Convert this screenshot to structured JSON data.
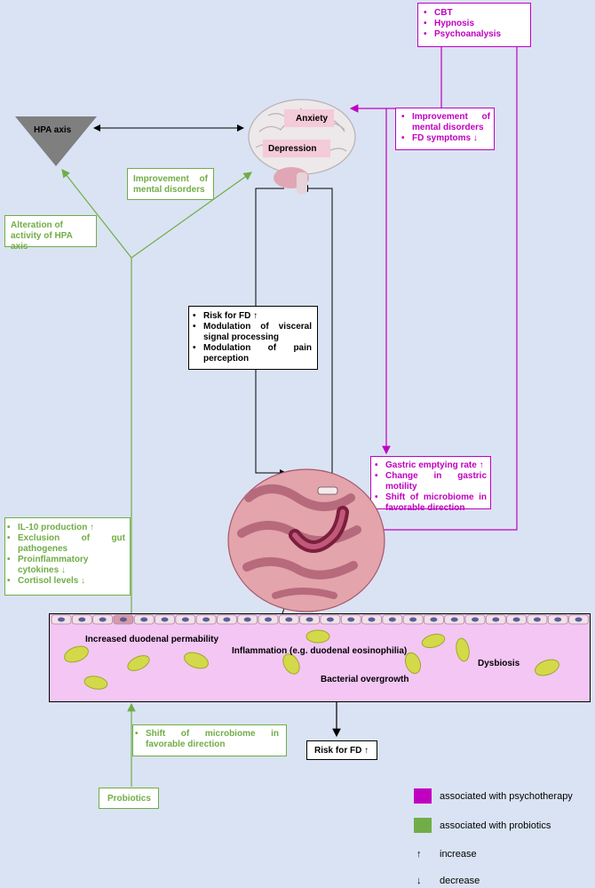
{
  "hpa_axis": "HPA axis",
  "brain": {
    "anxiety": "Anxiety",
    "depression": "Depression"
  },
  "psychotherapy_box": [
    "CBT",
    "Hypnosis",
    "Psychoanalysis"
  ],
  "psych_effects_brain": [
    "Improvement of mental disorders",
    "FD symptoms ↓"
  ],
  "improvement_mental": "Improvement of mental disorders",
  "alteration_hpa": "Alteration of activity of HPA axis",
  "risk_box": [
    "Risk for FD ↑",
    "Modulation of visceral signal processing",
    "Modulation of pain perception"
  ],
  "gastric_box": [
    "Gastric emptying rate ↑",
    "Change in gastric motility",
    "Shift of microbiome in favorable direction"
  ],
  "probiotic_effects": [
    "IL-10 production ↑",
    "Exclusion of gut pathogenes",
    "Proinflammatory cytokines ↓",
    "Cortisol levels ↓"
  ],
  "duodenum": {
    "permeability": "Increased duodenal permability",
    "inflammation": "Inflammation (e.g. duodenal eosinophilia)",
    "overgrowth": "Bacterial overgrowth",
    "dysbiosis": "Dysbiosis"
  },
  "risk_fd_bottom": "Risk for FD ↑",
  "shift_microbiome": "Shift of microbiome in favorable direction",
  "probiotics": "Probiotics",
  "legend": {
    "psychotherapy": "associated with psychotherapy",
    "probiotics": "associated with probiotics",
    "increase_symbol": "↑",
    "increase": "increase",
    "decrease_symbol": "↓",
    "decrease": "decrease"
  },
  "colors": {
    "psychotherapy": "#c000c0",
    "probiotics": "#70ad47",
    "background": "#dae3f3",
    "duodenum": "#f4c6f4"
  }
}
